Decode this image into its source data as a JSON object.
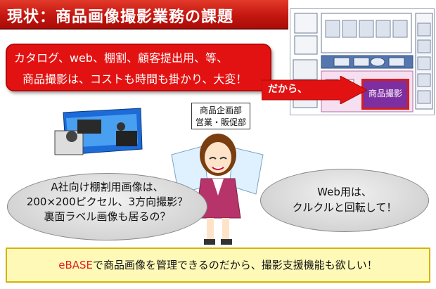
{
  "title": "現状：商品画像撮影業務の課題",
  "problem": {
    "line1": "カタログ、web、棚割、顧客提出用、等、",
    "line2": "商品撮影は、コストも時間も掛かり、大変！"
  },
  "arrow_label": "だから、",
  "diagram": {
    "highlight_label": "商品撮影"
  },
  "department": {
    "line1": "商品企画部",
    "line2": "営業・販促部"
  },
  "left_bubble": {
    "line1": "A社向け棚割用画像は、",
    "line2": "200×200ピクセル、3方向撮影？",
    "line3": "裏面ラベル画像も居るの？"
  },
  "right_bubble": {
    "line1": "Web用は、",
    "line2": "クルクルと回転して！"
  },
  "conclusion": {
    "prefix": "eBASE",
    "text": "で商品画像を管理できるのだから、撮影支援機能も欲しい！"
  },
  "colors": {
    "title_red": "#c51610",
    "box_red": "#e31212",
    "highlight_purple": "#7d2fa2",
    "note_yellow": "#fff9b8"
  }
}
